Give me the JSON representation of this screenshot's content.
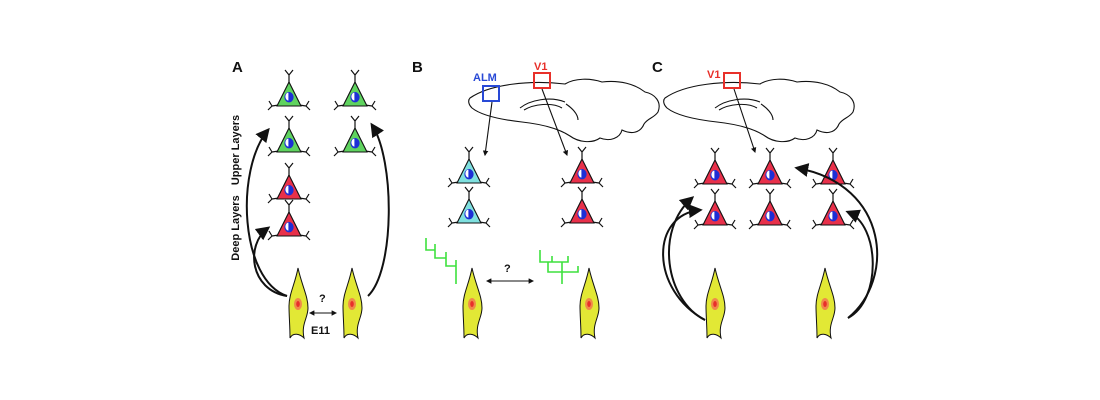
{
  "panels": {
    "a": {
      "letter": "A",
      "upper_layers": "Upper Layers",
      "deep_layers": "Deep Layers",
      "question": "?",
      "timepoint": "E11"
    },
    "b": {
      "letter": "B",
      "region_alm": "ALM",
      "region_v1": "V1",
      "question": "?"
    },
    "c": {
      "letter": "C",
      "region_v1": "V1"
    }
  },
  "colors": {
    "upper_neuron": "#5fd35f",
    "deep_neuron": "#e8304a",
    "alm_neuron": "#7fe0df",
    "progenitor": "#e2e835",
    "nucleus": "#1d2fd6",
    "alm_box": "#2849d6",
    "v1_box": "#e8302a",
    "lineage": "#3ee13e"
  }
}
